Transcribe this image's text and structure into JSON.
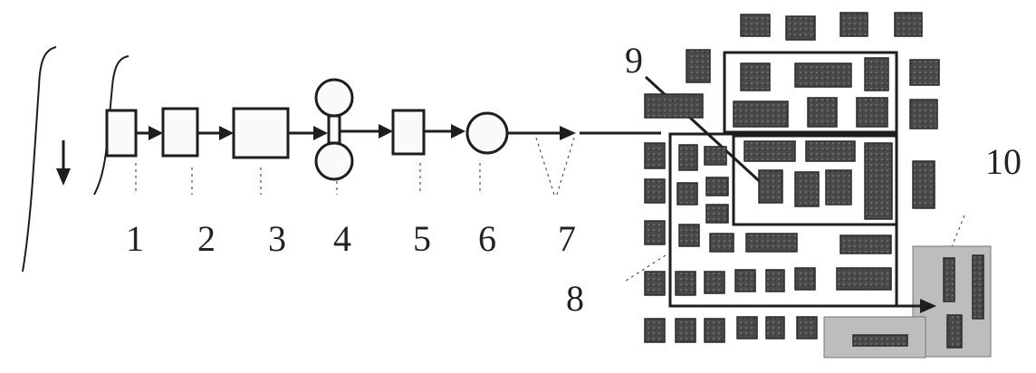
{
  "diagram": {
    "stage_labels": [
      "1",
      "2",
      "3",
      "4",
      "5",
      "6",
      "7"
    ],
    "zone_labels": {
      "left_block": "8",
      "diagonal": "9",
      "right_block": "10"
    },
    "colors": {
      "line": "#1e1e1e",
      "block": "#4a4a4a",
      "shade": "#bdbdbd",
      "background": "#ffffff"
    }
  }
}
